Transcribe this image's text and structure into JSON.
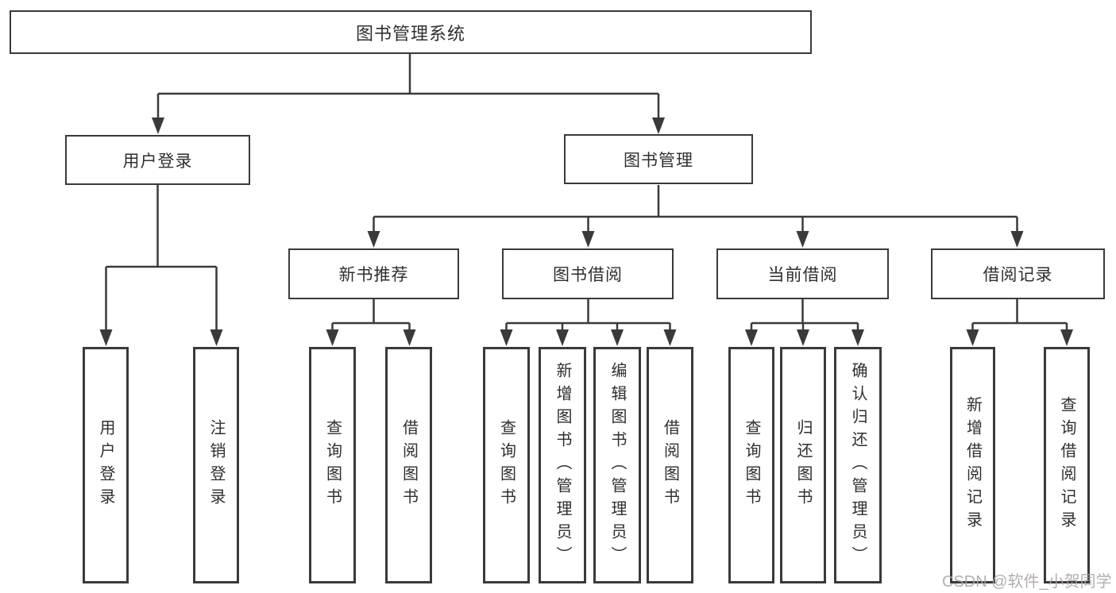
{
  "diagram": {
    "root": {
      "label": "图书管理系统"
    },
    "level2": [
      {
        "id": "user-login",
        "label": "用户登录"
      },
      {
        "id": "book-management",
        "label": "图书管理"
      }
    ],
    "level3": [
      {
        "id": "new-book-recommend",
        "label": "新书推荐"
      },
      {
        "id": "book-borrow",
        "label": "图书借阅"
      },
      {
        "id": "current-borrow",
        "label": "当前借阅"
      },
      {
        "id": "borrow-record",
        "label": "借阅记录"
      }
    ],
    "leaves": [
      {
        "id": "user-login-action",
        "label": "用户登录"
      },
      {
        "id": "logout-action",
        "label": "注销登录"
      },
      {
        "id": "query-book-recommend",
        "label": "查询图书"
      },
      {
        "id": "borrow-book-recommend",
        "label": "借阅图书"
      },
      {
        "id": "query-book-borrow",
        "label": "查询图书"
      },
      {
        "id": "add-book-admin",
        "label": "新增图书（管理员）"
      },
      {
        "id": "edit-book-admin",
        "label": "编辑图书（管理员）"
      },
      {
        "id": "borrow-book-borrow",
        "label": "借阅图书"
      },
      {
        "id": "query-book-current",
        "label": "查询图书"
      },
      {
        "id": "return-book",
        "label": "归还图书"
      },
      {
        "id": "confirm-return-admin",
        "label": "确认归还（管理员）"
      },
      {
        "id": "add-borrow-record",
        "label": "新增借阅记录"
      },
      {
        "id": "query-borrow-record",
        "label": "查询借阅记录"
      }
    ],
    "colors": {
      "line": "#3a3a3a",
      "text": "#2f2f2f",
      "background": "#ffffff",
      "watermark": "#a8a3a3"
    }
  },
  "watermark": {
    "text": "CSDN @软件_小贺同学"
  }
}
